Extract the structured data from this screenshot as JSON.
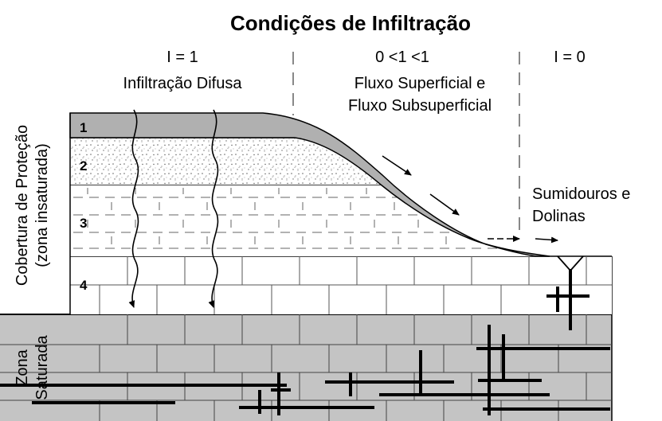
{
  "title": "Condições de Infiltração",
  "zones": {
    "left": {
      "index": "I = 1",
      "description": "Infiltração Difusa"
    },
    "middle": {
      "index": "0 <1 <1",
      "description_line1": "Fluxo Superficial e",
      "description_line2": "Fluxo Subsuperficial"
    },
    "right": {
      "index": "I = 0",
      "description_line1": "Sumidouros e",
      "description_line2": "Dolinas"
    }
  },
  "side_labels": {
    "cover_line1": "Cobertura de Proteção",
    "cover_line2": "(zona insaturada)",
    "saturated_line1": "Zona",
    "saturated_line2": "Saturada"
  },
  "layers": [
    {
      "number": "1"
    },
    {
      "number": "2"
    },
    {
      "number": "3"
    },
    {
      "number": "4"
    }
  ],
  "colors": {
    "topsoil": "#b0b0b0",
    "saturated": "#c4c4c4",
    "lines": "#000000",
    "divider": "#888888"
  }
}
